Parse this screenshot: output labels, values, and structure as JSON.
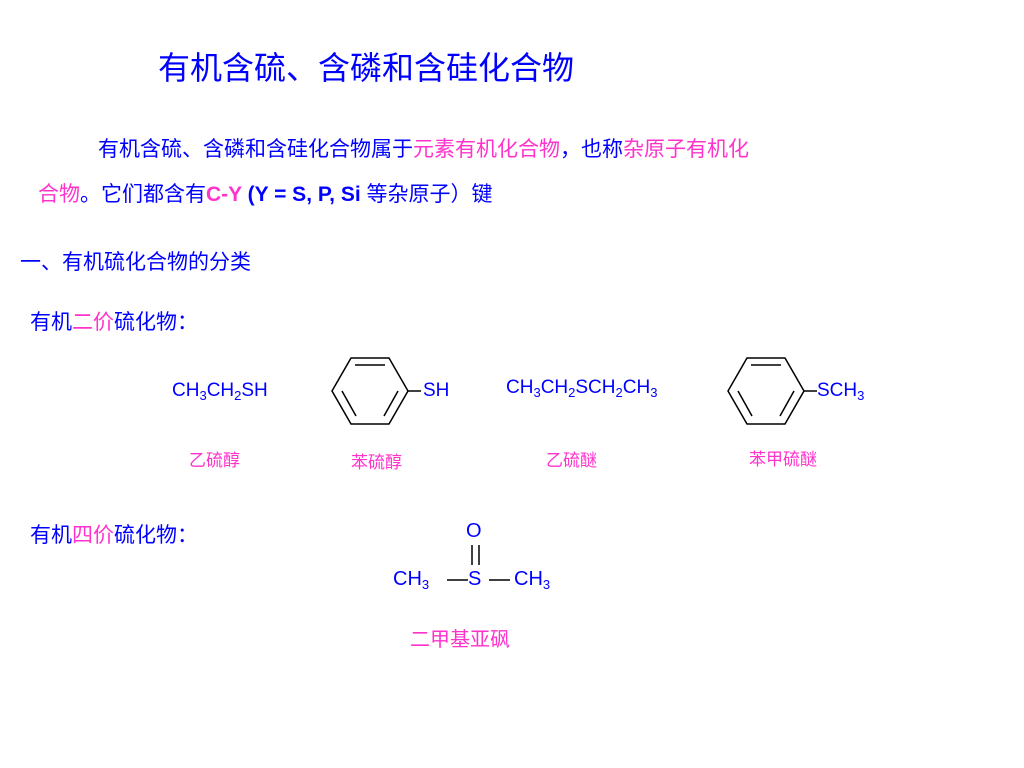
{
  "title": "有机含硫、含磷和含硅化合物",
  "intro": {
    "part1": "有机含硫、含磷和含硅化合物属于",
    "part2_highlight": "元素有机化合物",
    "part3": "，也称",
    "part4_highlight": "杂原子有机化",
    "part5_highlight": "合物",
    "part6": "。它们都含有",
    "part7_highlight": "C-Y",
    "part8_latin": " (Y = S, P, Si ",
    "part9": "等杂原子）键"
  },
  "section": {
    "heading": "一、有机硫化合物的分类"
  },
  "divalent": {
    "prefix": "有机",
    "highlight": "二价",
    "suffix": "硫化物：",
    "compounds": [
      {
        "formula_parts": [
          "CH",
          "3",
          "CH",
          "2",
          "SH"
        ],
        "name": "乙硫醇"
      },
      {
        "substituent": "SH",
        "name": "苯硫醇"
      },
      {
        "formula_parts": [
          "CH",
          "3",
          "CH",
          "2",
          "SCH",
          "2",
          "CH",
          "3"
        ],
        "name": "乙硫醚"
      },
      {
        "substituent_parts": [
          "SCH",
          "3"
        ],
        "name": "苯甲硫醚"
      }
    ]
  },
  "tetravalent": {
    "prefix": "有机",
    "highlight": "四价",
    "suffix": "硫化物：",
    "compound": {
      "oxygen": "O",
      "sulfur": "S",
      "left_parts": [
        "CH",
        "3"
      ],
      "right_parts": [
        "CH",
        "3"
      ],
      "name": "二甲基亚砜"
    }
  },
  "colors": {
    "text": "#0000ff",
    "highlight": "#ff33cc",
    "structure": "#000000"
  }
}
